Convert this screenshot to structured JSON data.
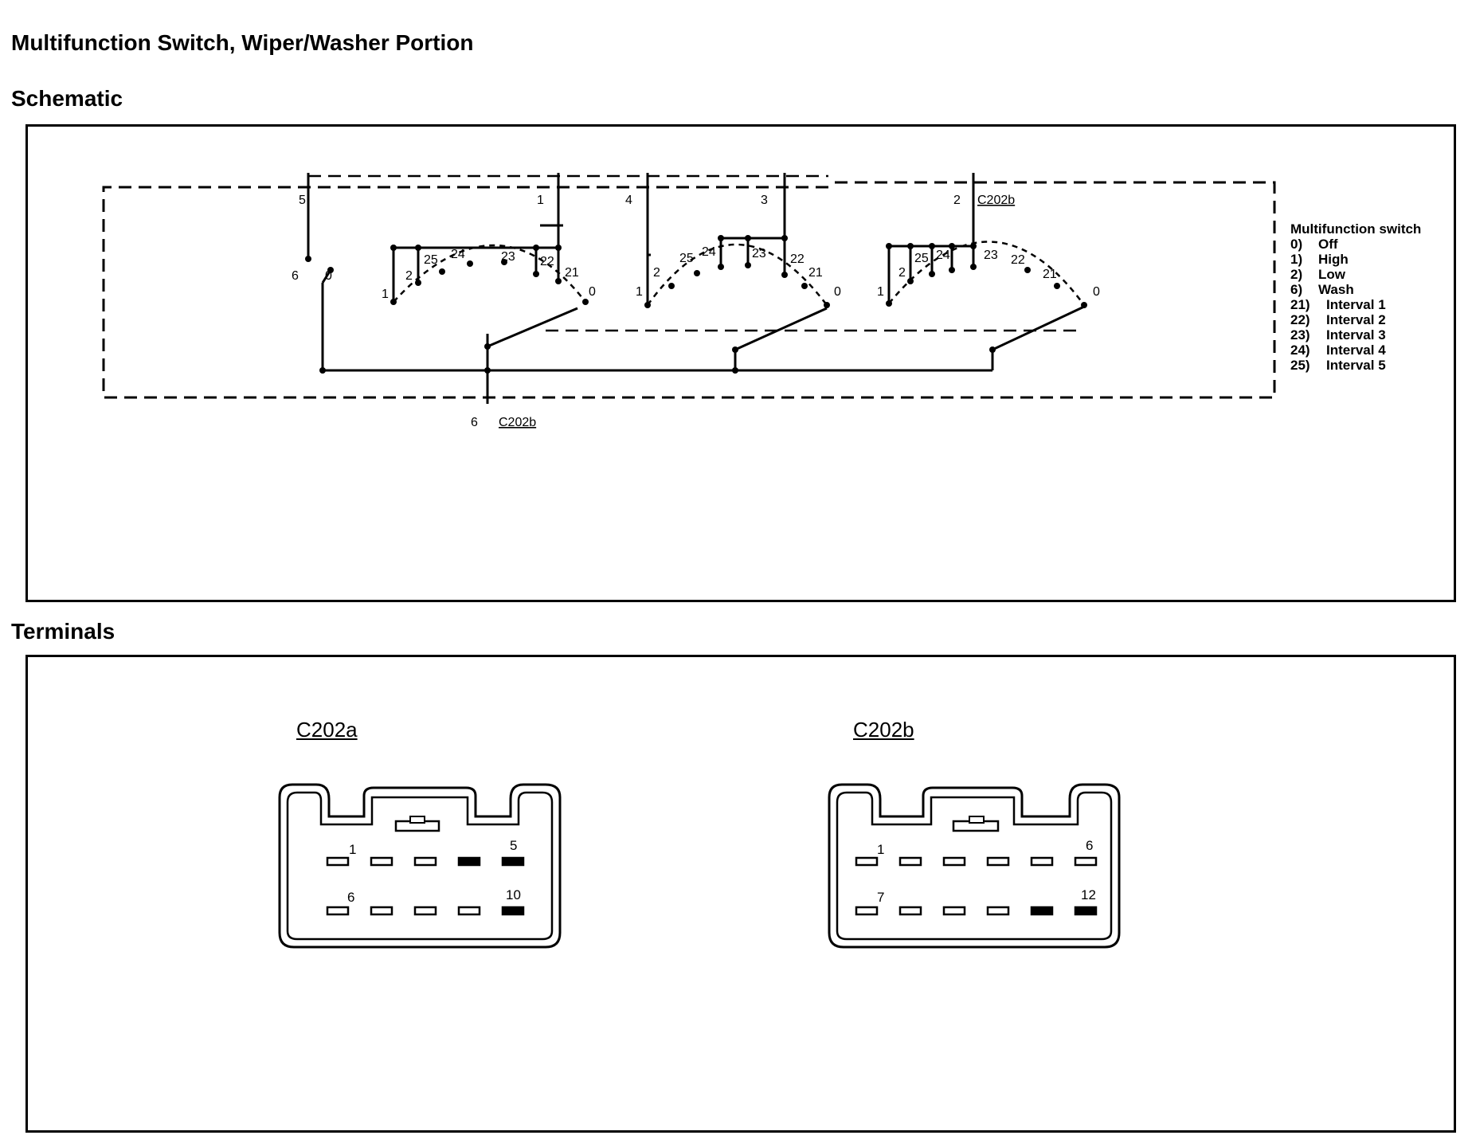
{
  "title": "Multifunction Switch, Wiper/Washer Portion",
  "schematic": {
    "heading": "Schematic",
    "top_pins": [
      "5",
      "1",
      "4",
      "3",
      "2"
    ],
    "top_connector": "C202b",
    "bottom_pin": "6",
    "bottom_connector": "C202b",
    "wash_switch": {
      "pin": "6",
      "position": "0"
    },
    "wafers": [
      {
        "positions": [
          "1",
          "2",
          "25",
          "24",
          "23",
          "22",
          "21",
          "0"
        ]
      },
      {
        "positions": [
          "1",
          "2",
          "25",
          "24",
          "23",
          "22",
          "21",
          "0"
        ]
      },
      {
        "positions": [
          "1",
          "2",
          "25",
          "24",
          "23",
          "22",
          "21",
          "0"
        ]
      }
    ],
    "legend": {
      "title": "Multifunction switch",
      "items": [
        {
          "code": "0)",
          "label": "Off"
        },
        {
          "code": "1)",
          "label": "High"
        },
        {
          "code": "2)",
          "label": "Low"
        },
        {
          "code": "6)",
          "label": "Wash"
        },
        {
          "code": "21)",
          "label": "Interval 1"
        },
        {
          "code": "22)",
          "label": "Interval 2"
        },
        {
          "code": "23)",
          "label": "Interval 3"
        },
        {
          "code": "24)",
          "label": "Interval 4"
        },
        {
          "code": "25)",
          "label": "Interval 5"
        }
      ]
    }
  },
  "terminals": {
    "heading": "Terminals",
    "connectors": [
      {
        "name": "C202a",
        "top_row_labels": [
          "1",
          "5"
        ],
        "bottom_row_labels": [
          "6",
          "10"
        ],
        "top_row_filled": [
          false,
          false,
          false,
          true,
          true
        ],
        "bottom_row_filled": [
          false,
          false,
          false,
          false,
          true
        ]
      },
      {
        "name": "C202b",
        "top_row_labels": [
          "1",
          "6"
        ],
        "bottom_row_labels": [
          "7",
          "12"
        ],
        "top_row_filled": [
          false,
          false,
          false,
          false,
          false,
          false
        ],
        "bottom_row_filled": [
          false,
          false,
          false,
          false,
          true,
          true
        ]
      }
    ]
  }
}
